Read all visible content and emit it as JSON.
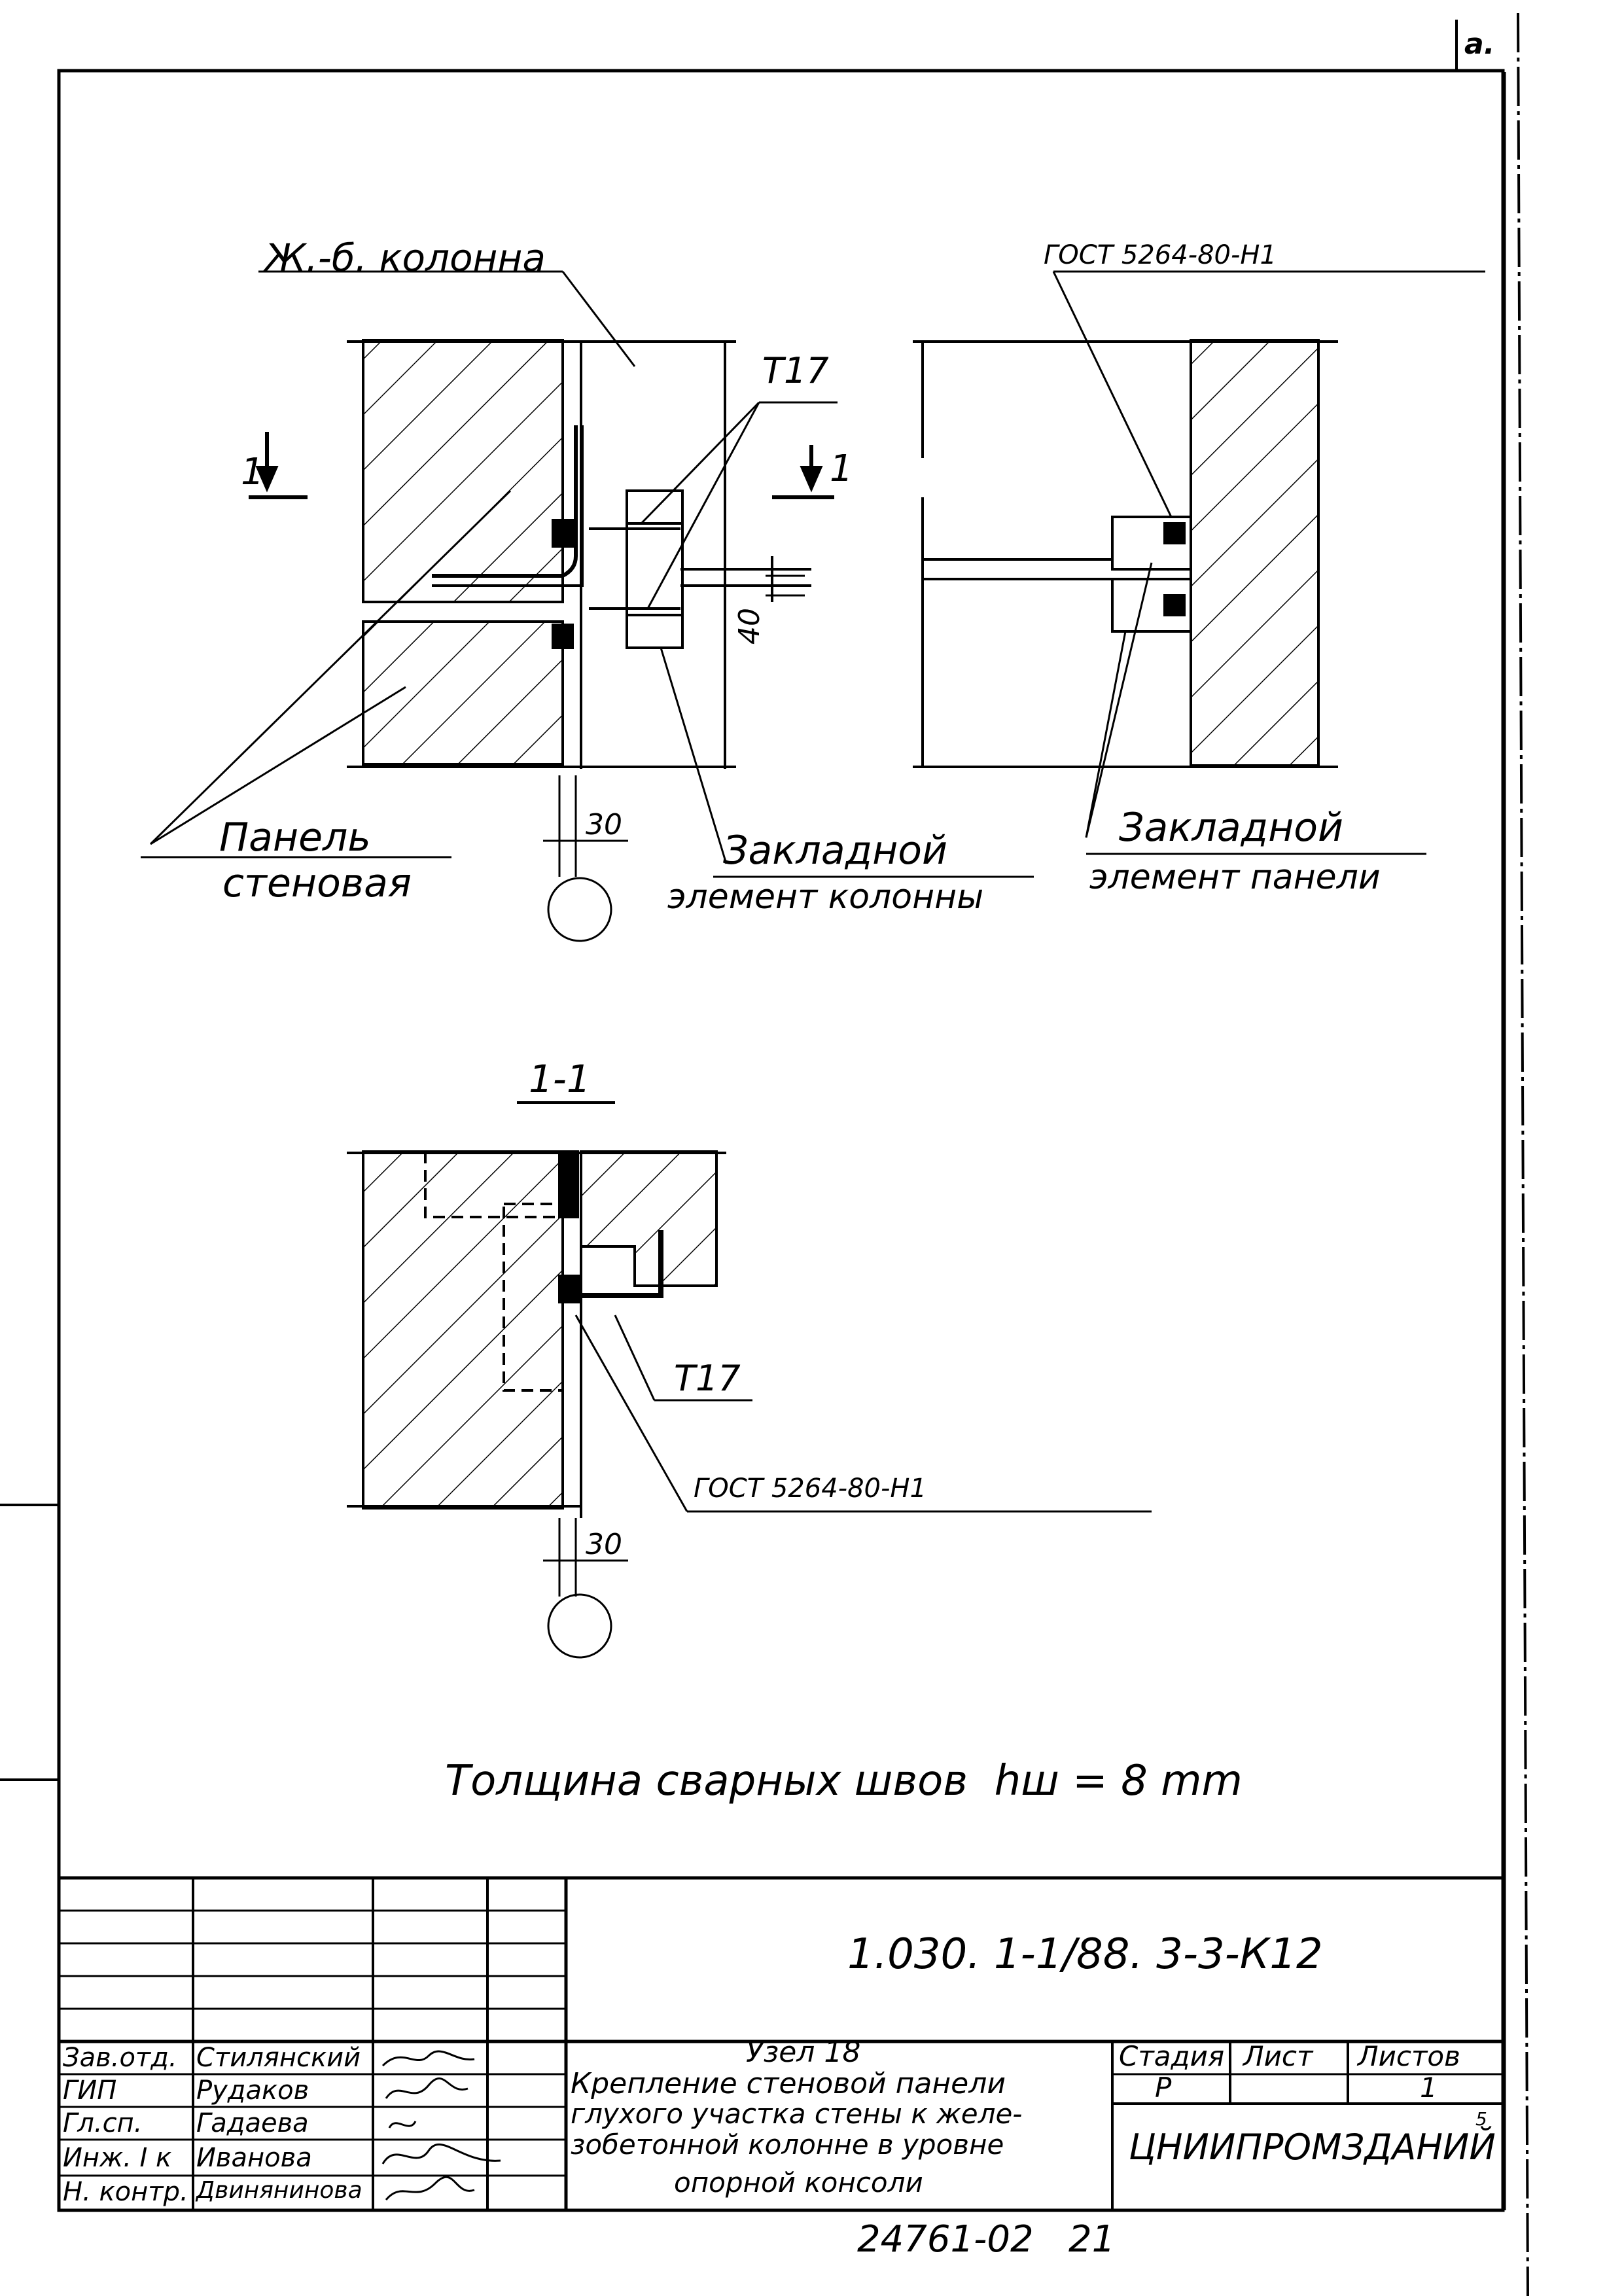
{
  "corner_mark": "a.",
  "top_view": {
    "column_label": "Ж.-б. колонна",
    "gost_label": "ГОСТ 5264-80-Н1",
    "weld_symbol": "T17",
    "section_mark": "1",
    "dim_40": "40",
    "dim_30": "30",
    "panel_label_line1": "Панель",
    "panel_label_line2": "стеновая",
    "col_embed_line1": "Закладной",
    "col_embed_line2": "элемент колонны",
    "panel_embed_line1": "Закладной",
    "panel_embed_line2": "элемент панели"
  },
  "section_view": {
    "title": "1-1",
    "weld_symbol": "T17",
    "gost_label": "ГОСТ 5264-80-Н1",
    "dim_30": "30"
  },
  "note": "Толщина сварных швов  hш = 8 mm",
  "title_block": {
    "doc_code": "1.030. 1-1/88. 3-3-К12",
    "node_title": "Узел 18",
    "description": [
      "Крепление стеновой панели",
      "глухого участка стены к желе-",
      "зобетонной колонне в уровне",
      "опорной консоли"
    ],
    "stage_header": "Стадия",
    "sheet_header": "Лист",
    "sheets_header": "Листов",
    "stage_value": "Р",
    "sheets_value": "1",
    "organization": "ЦНИИПРОМЗДАНИЙ",
    "small_mark": "5",
    "roles": [
      "Зав.отд.",
      "ГИП",
      "Гл.сп.",
      "Инж. I к",
      "Н. контр."
    ],
    "names": [
      "Стилянский",
      "Рудаков",
      "Гадаева",
      "Иванова",
      "Двиняниновa"
    ]
  },
  "footer_code": "24761-02   21"
}
